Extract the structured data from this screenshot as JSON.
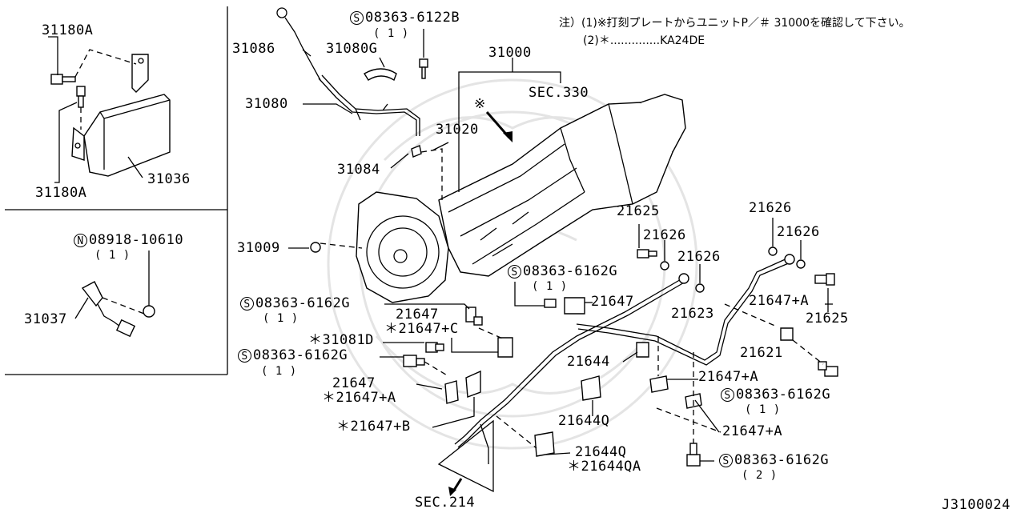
{
  "note": {
    "line1": "注）(1)※打刻プレートからユニットP／＃ 31000を確認して下さい。",
    "line2": "(2)＊..............KA24DE"
  },
  "sidebar_top": {
    "p31180a_top": "31180A",
    "p31180a_bot": "31180A",
    "p31036": "31036"
  },
  "sidebar_mid": {
    "n_symbol": "N",
    "n_part": "08918-10610",
    "n_qty": "( 1 )",
    "p31037": "31037"
  },
  "labels": {
    "p31086": "31086",
    "p31080g": "31080G",
    "p31080": "31080",
    "s_6122b": "08363-6122B",
    "s_6122b_qty": "( 1 )",
    "p31000": "31000",
    "sec330": "SEC.330",
    "star_mark": "※",
    "p31020": "31020",
    "p31084": "31084",
    "p31009": "31009",
    "p21625_a": "21625",
    "p21626_a": "21626",
    "p21626_b": "21626",
    "p21626_c": "21626",
    "p21626_d": "21626",
    "s_6162g_a": "08363-6162G",
    "s_6162g_a_qty": "( 1 )",
    "p21647_a": "21647",
    "p21623": "21623",
    "p21647a_a": "21647+A",
    "p21625_b": "21625",
    "s_6162g_b": "08363-6162G",
    "s_6162g_b_qty": "( 1 )",
    "p21647_b": "21647",
    "p21647c": "＊21647+C",
    "p31081d": "＊31081D",
    "s_6162g_c": "08363-6162G",
    "s_6162g_c_qty": "( 1 )",
    "p21621": "21621",
    "p21644": "21644",
    "p21647a_b": "21647+A",
    "p21647_c": "21647",
    "p21647a_c": "＊21647+A",
    "s_6162g_d": "08363-6162G",
    "s_6162g_d_qty": "( 1 )",
    "p21644q_a": "21644Q",
    "p21647b": "＊21647+B",
    "p21647a_d": "21647+A",
    "p21644q_b": "21644Q",
    "p21644qa": "＊21644QA",
    "s_6162g_e": "08363-6162G",
    "s_6162g_e_qty": "( 2 )",
    "sec214": "SEC.214",
    "s_symbol": "S"
  },
  "diagram_code": "J3100024"
}
